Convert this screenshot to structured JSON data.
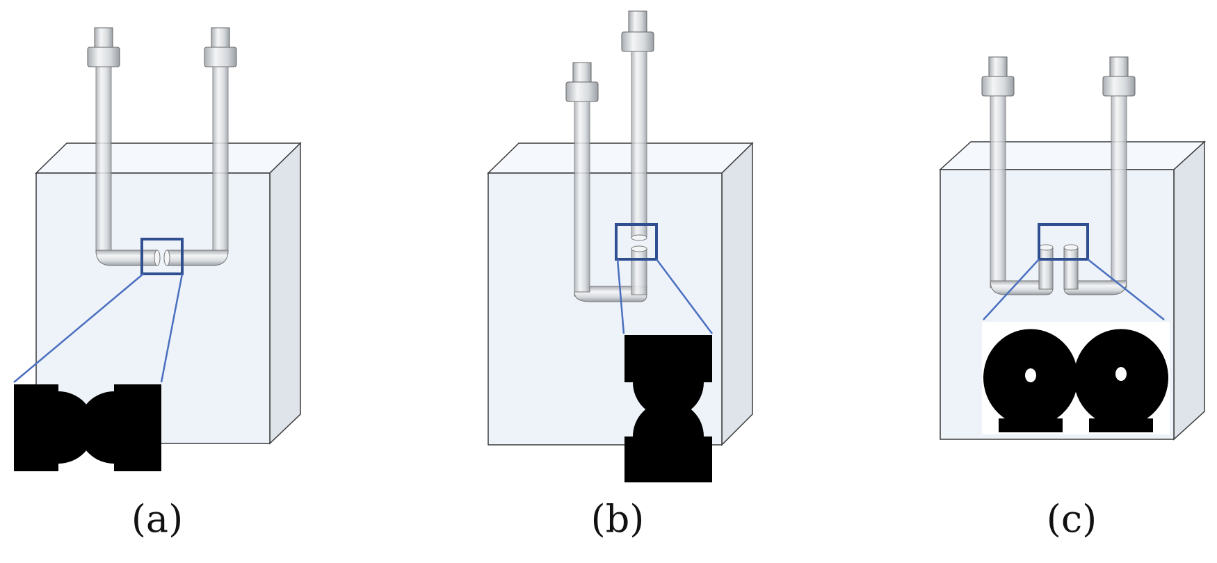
{
  "panels": [
    {
      "id": "a",
      "label": "(a)",
      "arrangement": "horizontal-facing-nozzles"
    },
    {
      "id": "b",
      "label": "(b)",
      "arrangement": "vertical-facing-nozzles"
    },
    {
      "id": "c",
      "label": "(c)",
      "arrangement": "side-by-side-upward-nozzles"
    }
  ],
  "colors": {
    "tank_front": "#eef3fa",
    "tank_top": "#f5f8fc",
    "tank_side": "#dfe4ea",
    "tank_edge": "#3a3a3a",
    "pipe": "#e3e6e9",
    "pipe_shadow": "#9aa0a6",
    "highlight_box": "#2f4f91",
    "leader_line": "#4a6fbf",
    "droplet": "#000000"
  }
}
